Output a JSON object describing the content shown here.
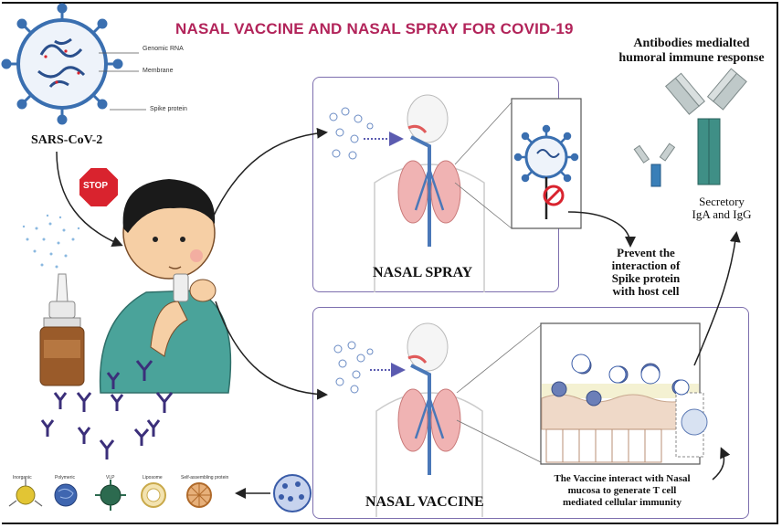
{
  "title": "NASAL VACCINE AND NASAL SPRAY FOR COVID-19",
  "virus": {
    "name": "SARS-CoV-2",
    "labels": [
      "Genomic RNA",
      "Membrane",
      "Spike protein"
    ]
  },
  "stop_sign": "STOP",
  "antibodies": {
    "heading_line1": "Antibodies medialted",
    "heading_line2": "humoral immune response",
    "label_line1": "Secretory",
    "label_line2": "IgA and IgG"
  },
  "spray_panel": {
    "label": "NASAL SPRAY"
  },
  "vaccine_panel": {
    "label": "NASAL VACCINE"
  },
  "prevent_text": [
    "Prevent the",
    "interaction of",
    "Spike protein",
    "with host cell"
  ],
  "vaccine_text": [
    "The Vaccine interact with Nasal",
    "mucosa to generate T cell",
    "mediated cellular  immunity"
  ],
  "nanoparticles": [
    "Inorganic",
    "Polymeric",
    "VLP",
    "Liposome",
    "Self-assembling protein"
  ],
  "colors": {
    "title": "#b2245a",
    "panel_border": "#7d6fae",
    "virus": "#3a6fb0",
    "stop": "#d9232e",
    "antibody_teal": "#3f8f86",
    "shirt": "#4aa39a"
  }
}
